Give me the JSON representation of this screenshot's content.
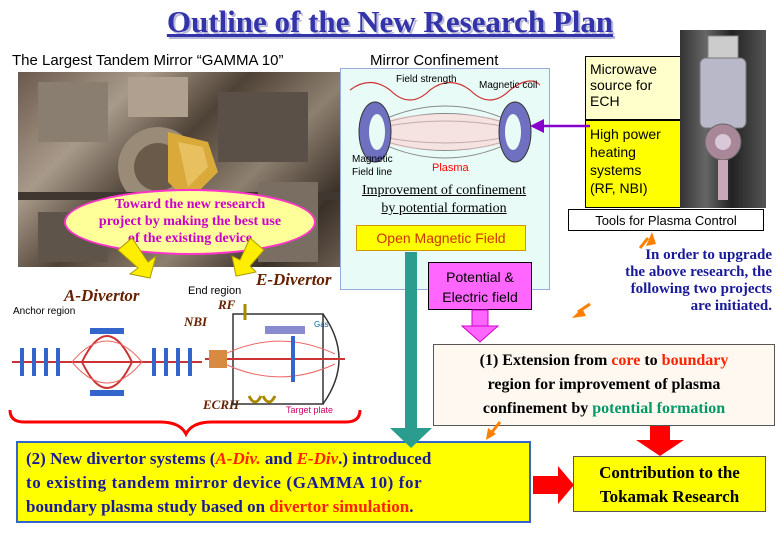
{
  "title": "Outline of the New Research Plan",
  "gamma10": {
    "caption": "The Largest Tandem Mirror “GAMMA 10”"
  },
  "toward": {
    "line1": "Toward the new research",
    "line2": "project by making the best use",
    "line3": "of the existing device"
  },
  "mirror": {
    "caption": "Mirror Confinement",
    "field_strength": "Field strength",
    "magnetic_coil": "Magnetic coil",
    "field_line_1": "Magnetic",
    "field_line_2": "Field line",
    "plasma": "Plasma",
    "improvement_1": "Improvement of confinement",
    "improvement_2": "by potential formation"
  },
  "open_field": "Open Magnetic Field",
  "microwave": {
    "line1": "Microwave",
    "line2": "source for",
    "line3": "ECH"
  },
  "heating": {
    "line1": "High power",
    "line2": "heating",
    "line3": "systems",
    "line4": "(RF, NBI)"
  },
  "tools": "Tools for Plasma Control",
  "potential": {
    "line1": "Potential &",
    "line2": "Electric field"
  },
  "upgrade": {
    "line1": "In order to upgrade",
    "line2": "the above research, the",
    "line3": "following two projects",
    "line4": "are initiated."
  },
  "divertor": {
    "a_divertor": "A-Divertor",
    "e_divertor": "E-Divertor",
    "end_region": "End region",
    "anchor_region": "Anchor region",
    "rf": "RF",
    "nbi": "NBI",
    "ecrh": "ECRH",
    "target_plate": "Target plate",
    "gas": "Gas"
  },
  "project1": {
    "prefix": "(1) Extension from ",
    "core": "core",
    "to": " to ",
    "boundary": "boundary",
    "line2": "region for improvement of plasma",
    "line3_pre": "confinement by ",
    "potential_formation": "potential formation"
  },
  "project2": {
    "line1_pre": "(2)  New divertor systems (",
    "a_div": "A-Div.",
    "and": " and ",
    "e_div": "E-Div",
    "line1_post": ".) introduced",
    "line2": "to existing tandem mirror device (GAMMA 10) for",
    "line3_pre": "boundary plasma study based on ",
    "divertor_sim": "divertor simulation",
    "line3_post": "."
  },
  "contribution": {
    "line1": "Contribution to the",
    "line2": "Tokamak Research"
  },
  "colors": {
    "title": "#3333aa",
    "navy_text": "#1a1a99",
    "red_text": "#ff2200",
    "green_text": "#009966",
    "orange": "#ff8000",
    "yellow_box": "#ffff00",
    "light_yellow": "#ffffcc",
    "pink_box": "#ff66ff",
    "light_cyan": "#e8fbf7",
    "teal_arrow": "#2a9d8f",
    "red_arrow": "#ff0000",
    "purple_arrow": "#8800cc"
  },
  "icons": [
    "magnetic-coil-icon",
    "mirror-field-lines-icon",
    "a-divertor-schematic",
    "e-divertor-schematic",
    "ech-source-photo",
    "gamma10-photo"
  ]
}
